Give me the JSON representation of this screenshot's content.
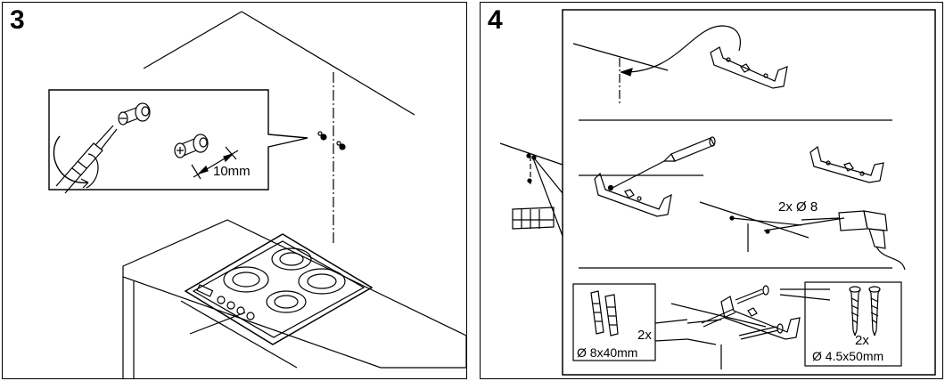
{
  "steps": [
    {
      "number": "3",
      "labels": {
        "screw_depth": "10mm"
      }
    },
    {
      "number": "4",
      "labels": {
        "drill_spec": "2x Ø 8",
        "plug_count": "2x",
        "plug_size": "Ø 8x40mm",
        "screw_count": "2x",
        "screw_size": "Ø 4.5x50mm"
      }
    }
  ],
  "icons": [
    "screwdriver-icon",
    "screw-icon",
    "wall-plug-icon",
    "drill-icon",
    "pencil-icon",
    "bracket-icon",
    "hob-icon",
    "hood-icon"
  ]
}
